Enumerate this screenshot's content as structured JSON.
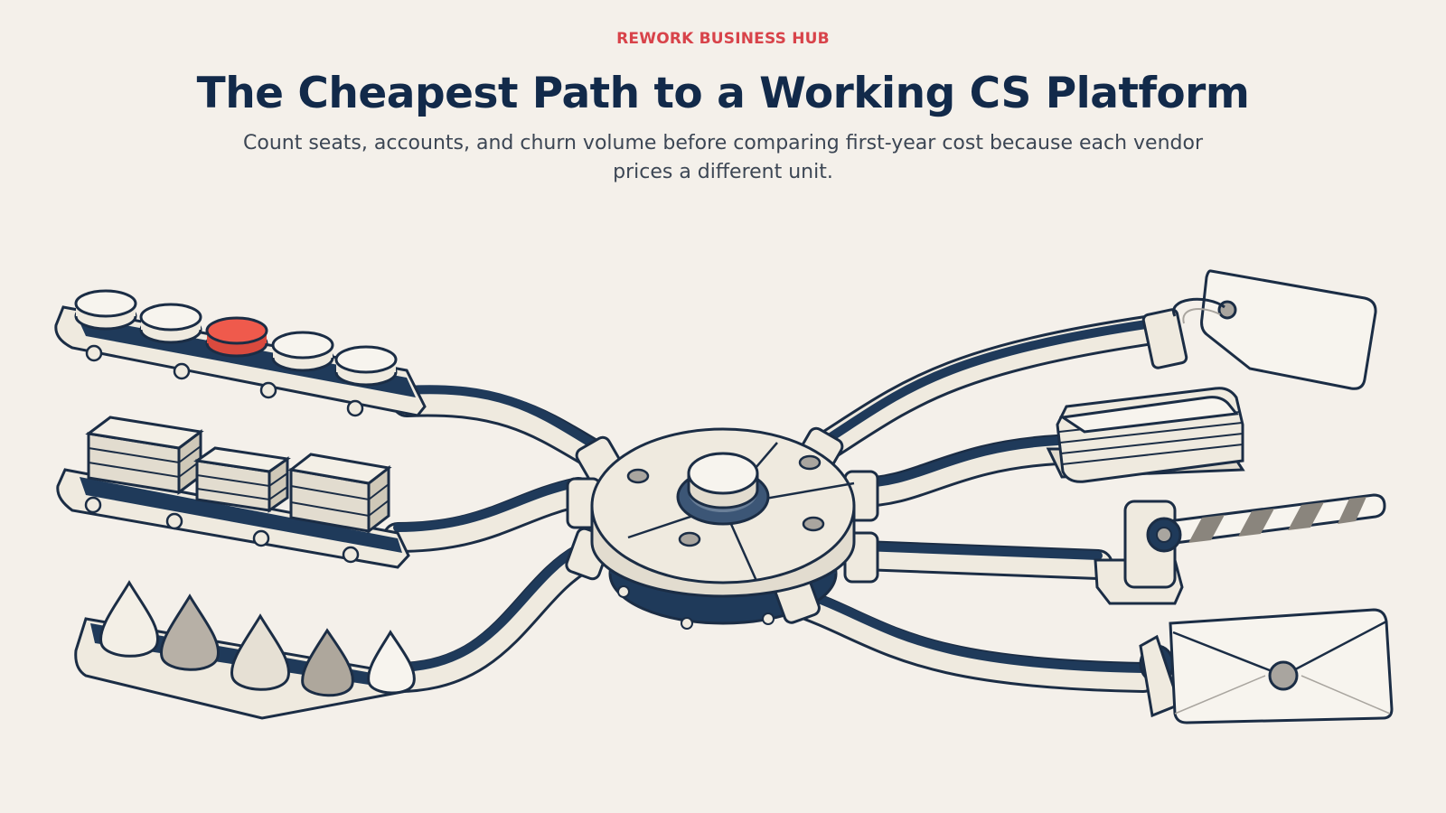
{
  "header": {
    "kicker": "REWORK BUSINESS HUB",
    "title": "The Cheapest Path to a Working CS Platform",
    "subtitle": "Count seats, accounts, and churn volume before comparing first-year cost because each vendor prices a different unit."
  },
  "colors": {
    "background": "#f4f0ea",
    "navy": "#1f3a5a",
    "outline": "#1b2d45",
    "cream": "#efeadf",
    "accent_red": "#ef5a4c",
    "title": "#122a4a",
    "kicker": "#d8434a"
  },
  "illustration": {
    "left_inputs": [
      "coin-conveyor",
      "block-stack-conveyor",
      "droplet-conveyor"
    ],
    "right_outputs": [
      "price-tag",
      "card-stack",
      "barrier-gate",
      "envelope"
    ],
    "hub": "central-hub"
  }
}
